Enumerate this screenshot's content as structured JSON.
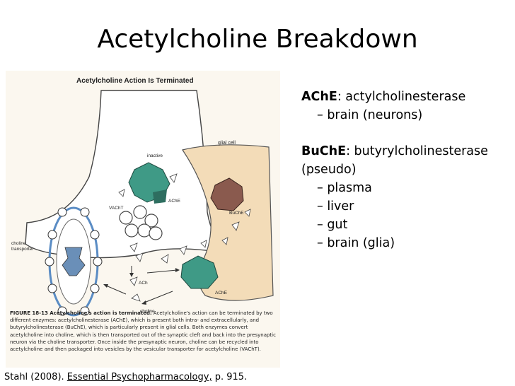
{
  "slide": {
    "title": "Acetylcholine Breakdown"
  },
  "figure": {
    "heading": "Acetylcholine Action Is Terminated",
    "labels": {
      "glial_cell": "glial cell",
      "inactive": "inactive",
      "ache_inner": "AChE",
      "ache_outer": "AChE",
      "buche": "BuChE",
      "vacht": "VAChT",
      "choline_transporter_1": "choline",
      "choline_transporter_2": "transporter",
      "ach": "ACh",
      "choline": "choline"
    },
    "caption": {
      "figure_label": "FIGURE 18-13 Acetylcholine's action is terminated.",
      "text": "Acetylcholine's action can be terminated by two different enzymes: acetylcholinesterase (AChE), which is present both intra- and extracellularly, and butyrylcholinesterase (BuChE), which is particularly present in glial cells. Both enzymes convert acetylcholine into choline, which is then transported out of the synaptic cleft and back into the presynaptic neuron via the choline transporter. Once inside the presynaptic neuron, choline can be recycled into acetylcholine and then packaged into vesicles by the vesicular transporter for acetylcholine (VAChT)."
    }
  },
  "bullets": {
    "ache_term": "AChE",
    "ache_def": ": actylcholinesterase",
    "ache_sub1": "– brain (neurons)",
    "buche_term": "BuChE",
    "buche_def": ": butyrylcholinesterase (pseudo)",
    "buche_sub1": "– plasma",
    "buche_sub2": "– liver",
    "buche_sub3": "– gut",
    "buche_sub4": "– brain (glia)"
  },
  "citation": {
    "prefix": "Stahl  (2008). ",
    "book": "Essential Psychopharmacology,",
    "suffix": " p. 915."
  },
  "colors": {
    "enzyme_green": "#3f9a86",
    "enzyme_brown": "#8a5a4e",
    "glial_fill": "#f3dcb8",
    "ring_blue": "#5a8cc4",
    "neuron_fill": "#ffffff"
  }
}
